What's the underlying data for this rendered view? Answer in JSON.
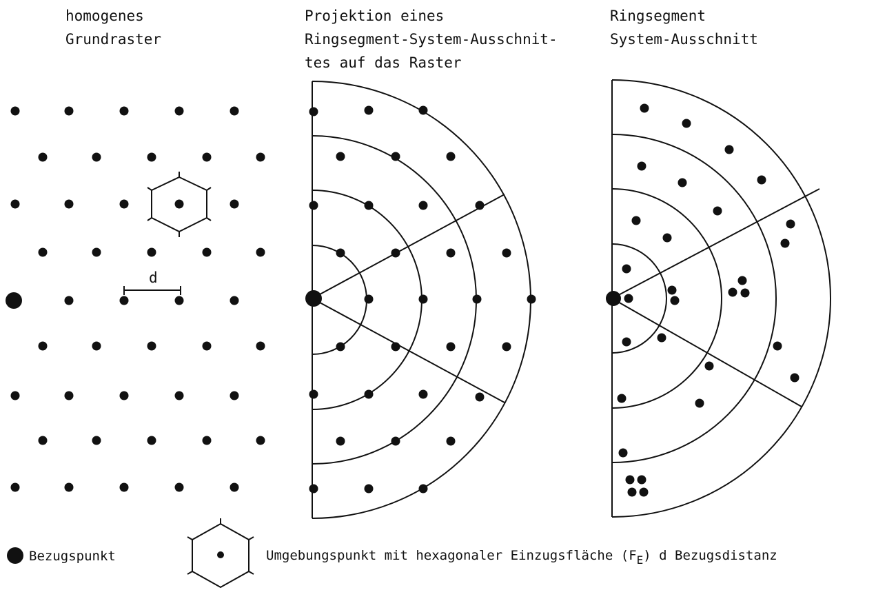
{
  "panels": {
    "left": {
      "title_line1": "homogenes",
      "title_line2": "Grundraster",
      "distance_label": "d"
    },
    "middle": {
      "title_line1": "Projektion eines",
      "title_line2": "Ringsegment-System-Ausschnit-",
      "title_line3": "tes auf das Raster"
    },
    "right": {
      "title_line1": "Ringsegment",
      "title_line2": "System-Ausschnitt"
    }
  },
  "legend": {
    "reference_point": "Bezugspunkt",
    "surrounding_point": "Umgebungspunkt mit hexagonaler Einzugsfläche (F",
    "subscript": "E",
    "distance_text": ") d Bezugsdistanz"
  },
  "colors": {
    "ink": "#111111",
    "paper": "#ffffff"
  }
}
